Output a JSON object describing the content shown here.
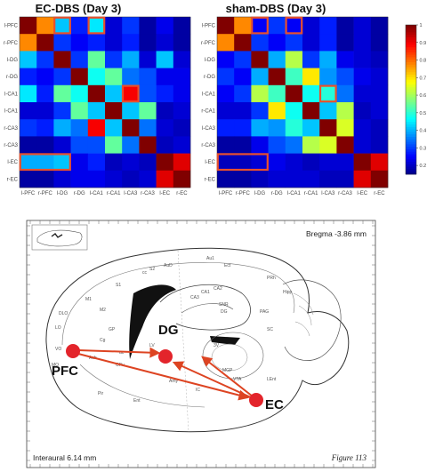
{
  "panels": [
    {
      "id": "ec",
      "title": "EC-DBS (Day 3)"
    },
    {
      "id": "sham",
      "title": "sham-DBS (Day 3)"
    }
  ],
  "axis_labels": [
    "l-PFC",
    "r-PFC",
    "l-DG",
    "r-DG",
    "l-CA1",
    "r-CA1",
    "l-CA3",
    "r-CA3",
    "l-EC",
    "r-EC"
  ],
  "x_tick_labels": {
    "ec": [
      "l-PFC",
      "r-PFC",
      "l-DG",
      "r-DG",
      "l-CA1",
      "r-CA1",
      "l-CA3",
      "r-CA3",
      "l-EC",
      "r-EC"
    ],
    "sham": [
      "l-PFC",
      "r-PFC",
      "l-DG",
      "r-DG",
      "l-CA1",
      "r-CA1",
      "l-CA3",
      "r-CA3",
      "l-EC",
      "r-EC"
    ]
  },
  "y_tick_labels": {
    "ec": [
      "l-PFC",
      "r-PFC",
      "l-DG",
      "r-DG",
      "l-CA1",
      "l-CA1",
      "r-CA3",
      "r-CA3",
      "l-EC",
      "r-EC"
    ],
    "sham": [
      "l-PFC",
      "r-PFC",
      "l-DG",
      "r-DG",
      "l-CA1",
      "r-CA1",
      "l-CA3",
      "r-CA3",
      "l-EC",
      "r-EC"
    ]
  },
  "colorbar": {
    "ticks": [
      "1",
      "0.9",
      "0.8",
      "0.7",
      "0.6",
      "0.5",
      "0.4",
      "0.3",
      "0.2"
    ],
    "range": [
      0.15,
      1.0
    ]
  },
  "chart_data": [
    {
      "type": "heatmap",
      "title": "EC-DBS (Day 3)",
      "vrange": [
        0.15,
        1.0
      ],
      "matrix": [
        [
          1.0,
          0.78,
          0.42,
          0.28,
          0.45,
          0.22,
          0.3,
          0.18,
          0.24,
          0.18
        ],
        [
          0.78,
          1.0,
          0.3,
          0.25,
          0.28,
          0.22,
          0.28,
          0.18,
          0.22,
          0.18
        ],
        [
          0.42,
          0.3,
          1.0,
          0.3,
          0.55,
          0.3,
          0.4,
          0.22,
          0.42,
          0.22
        ],
        [
          0.28,
          0.25,
          0.3,
          1.0,
          0.48,
          0.55,
          0.35,
          0.32,
          0.24,
          0.24
        ],
        [
          0.45,
          0.28,
          0.55,
          0.48,
          1.0,
          0.42,
          0.9,
          0.32,
          0.28,
          0.24
        ],
        [
          0.22,
          0.22,
          0.3,
          0.55,
          0.42,
          1.0,
          0.42,
          0.55,
          0.2,
          0.22
        ],
        [
          0.3,
          0.28,
          0.4,
          0.35,
          0.9,
          0.42,
          1.0,
          0.35,
          0.22,
          0.2
        ],
        [
          0.18,
          0.18,
          0.22,
          0.32,
          0.32,
          0.55,
          0.35,
          1.0,
          0.2,
          0.22
        ],
        [
          0.4,
          0.4,
          0.42,
          0.24,
          0.28,
          0.2,
          0.22,
          0.2,
          1.0,
          0.92
        ],
        [
          0.18,
          0.18,
          0.22,
          0.24,
          0.24,
          0.22,
          0.2,
          0.22,
          0.92,
          1.0
        ]
      ]
    },
    {
      "type": "heatmap",
      "title": "sham-DBS (Day 3)",
      "vrange": [
        0.15,
        1.0
      ],
      "matrix": [
        [
          1.0,
          0.78,
          0.25,
          0.3,
          0.25,
          0.22,
          0.28,
          0.18,
          0.22,
          0.18
        ],
        [
          0.78,
          1.0,
          0.3,
          0.25,
          0.3,
          0.22,
          0.28,
          0.18,
          0.22,
          0.18
        ],
        [
          0.25,
          0.3,
          1.0,
          0.4,
          0.62,
          0.3,
          0.4,
          0.24,
          0.22,
          0.2
        ],
        [
          0.3,
          0.25,
          0.4,
          1.0,
          0.52,
          0.7,
          0.38,
          0.32,
          0.24,
          0.22
        ],
        [
          0.25,
          0.3,
          0.62,
          0.52,
          1.0,
          0.48,
          0.5,
          0.35,
          0.22,
          0.22
        ],
        [
          0.22,
          0.22,
          0.3,
          0.7,
          0.48,
          1.0,
          0.42,
          0.62,
          0.2,
          0.22
        ],
        [
          0.28,
          0.28,
          0.4,
          0.38,
          0.5,
          0.42,
          1.0,
          0.65,
          0.22,
          0.2
        ],
        [
          0.18,
          0.18,
          0.24,
          0.32,
          0.35,
          0.62,
          0.65,
          1.0,
          0.22,
          0.2
        ],
        [
          0.2,
          0.2,
          0.22,
          0.24,
          0.22,
          0.2,
          0.22,
          0.22,
          1.0,
          0.92
        ],
        [
          0.18,
          0.18,
          0.2,
          0.22,
          0.22,
          0.22,
          0.2,
          0.2,
          0.92,
          1.0
        ]
      ]
    }
  ],
  "highlights": {
    "ec": [
      {
        "row": 0,
        "col": 2,
        "w": 1,
        "h": 1
      },
      {
        "row": 0,
        "col": 4,
        "w": 1,
        "h": 1
      },
      {
        "row": 4,
        "col": 6,
        "w": 1,
        "h": 1
      },
      {
        "row": 8,
        "col": 0,
        "w": 3,
        "h": 1
      }
    ],
    "sham": [
      {
        "row": 0,
        "col": 2,
        "w": 1,
        "h": 1
      },
      {
        "row": 0,
        "col": 4,
        "w": 1,
        "h": 1
      },
      {
        "row": 4,
        "col": 6,
        "w": 1,
        "h": 1
      },
      {
        "row": 8,
        "col": 0,
        "w": 3,
        "h": 1
      }
    ]
  },
  "atlas": {
    "bregma": "Bregma -3.86 mm",
    "interaural": "Interaural 6.14 mm",
    "figure": "Figure 113",
    "region_labels": {
      "pfc": "PFC",
      "dg": "DG",
      "ec": "EC"
    },
    "small_labels": [
      "Hipp",
      "M1",
      "M2",
      "S1",
      "S2",
      "AuD",
      "Au1",
      "Ect",
      "PRh",
      "CA1",
      "CA2",
      "CA3",
      "DG",
      "GP",
      "cc",
      "LV",
      "Cg",
      "LO",
      "VO",
      "MO",
      "DLO",
      "ac",
      "3V",
      "MGP",
      "VTA",
      "SNR",
      "PAG",
      "SC",
      "IC",
      "Ent",
      "Amy",
      "CPu",
      "Acb",
      "Pir",
      "LEnt"
    ]
  },
  "colors": {
    "highlight": "#e8502c",
    "marker": "#e3242b",
    "arrow": "#dd4422"
  }
}
